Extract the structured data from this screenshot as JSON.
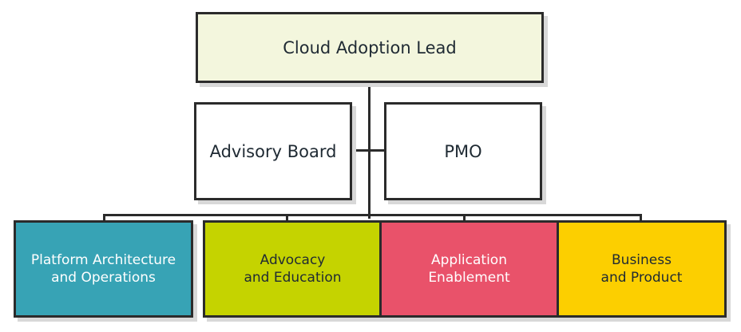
{
  "lead": {
    "label": "Cloud Adoption Lead",
    "color": "#f3f6dd"
  },
  "advisory": {
    "label": "Advisory Board"
  },
  "pmo": {
    "label": "PMO"
  },
  "teams": [
    {
      "label": "Platform Architecture\nand Operations",
      "color": "#37a3b5",
      "text_color": "#ffffff"
    },
    {
      "label": "Advocacy\nand Education",
      "color": "#c5d300",
      "text_color": "#1f2a33"
    },
    {
      "label": "Application\nEnablement",
      "color": "#e9526a",
      "text_color": "#ffffff"
    },
    {
      "label": "Business\nand Product",
      "color": "#fccf00",
      "text_color": "#1f2a33"
    }
  ]
}
